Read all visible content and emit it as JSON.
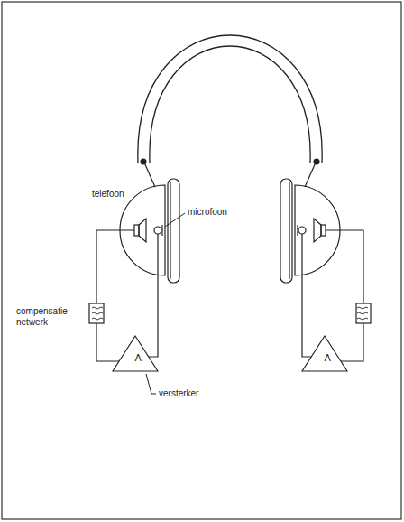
{
  "diagram": {
    "nodes": [
      {
        "text": [
          "–A"
        ]
      },
      {
        "text": [
          "–A"
        ]
      }
    ],
    "labels": [
      "telefoon",
      "microfoon",
      "compensatie netwerk",
      "versterker"
    ]
  }
}
